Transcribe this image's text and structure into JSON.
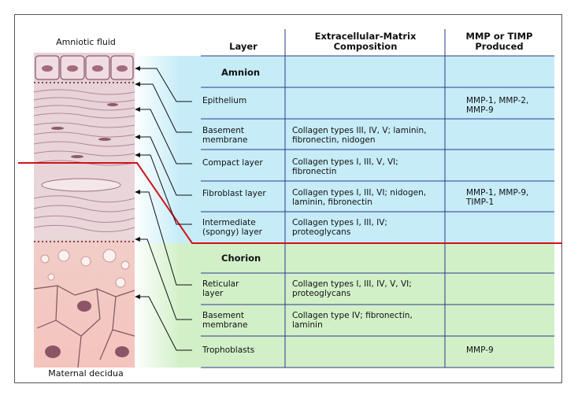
{
  "tissue_labels": {
    "top": "Amniotic fluid",
    "bottom": "Maternal decidua"
  },
  "headers": {
    "layer": "Layer",
    "ecm": "Extracellular-Matrix Composition",
    "mmp": "MMP or TIMP Produced"
  },
  "sections": {
    "amnion": "Amnion",
    "chorion": "Chorion"
  },
  "rows": [
    {
      "layer": "Epithelium",
      "ecm": "",
      "mmp": "MMP-1, MMP-2, MMP-9"
    },
    {
      "layer": "Basement membrane",
      "ecm": "Collagen types III, IV, V; laminin, fibronectin, nidogen",
      "mmp": ""
    },
    {
      "layer": "Compact layer",
      "ecm": "Collagen types I, III, V, VI; fibronectin",
      "mmp": ""
    },
    {
      "layer": "Fibroblast layer",
      "ecm": "Collagen types I, III, VI; nidogen, laminin, fibronectin",
      "mmp": "MMP-1, MMP-9, TIMP-1"
    },
    {
      "layer": "Intermediate (spongy) layer",
      "ecm": "Collagen types I, III, IV; proteoglycans",
      "mmp": ""
    },
    {
      "layer": "Reticular layer",
      "ecm": "Collagen types I, III, IV, V, VI; proteoglycans",
      "mmp": ""
    },
    {
      "layer": "Basement membrane",
      "ecm": "Collagen type IV; fibronectin, laminin",
      "mmp": ""
    },
    {
      "layer": "Trophoblasts",
      "ecm": "",
      "mmp": "MMP-9"
    }
  ],
  "colors": {
    "amnion_bg": "#c6ecf8",
    "chorion_bg": "#d2f0c8",
    "grid": "#2b3a8a",
    "boundary": "#d0121b",
    "amnion_tissue": "#ecd8dc",
    "chorion_tissue": "#f4c9c4"
  }
}
